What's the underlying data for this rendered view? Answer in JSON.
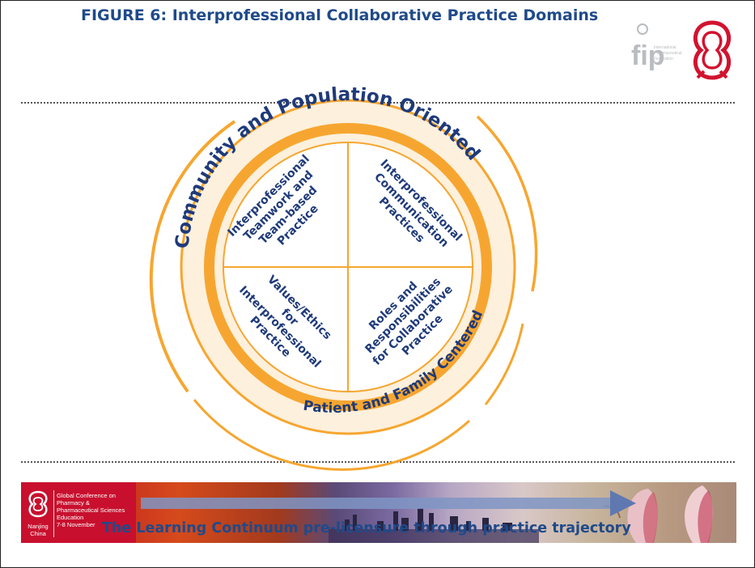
{
  "header": {
    "title": "FIGURE 6: Interprofessional Collaborative Practice Domains"
  },
  "logos": {
    "fip_mark": "fip",
    "fip_text": [
      "International",
      "Pharmaceutical",
      "Federation"
    ],
    "emblem_icon": "knot-emblem-icon"
  },
  "diagram": {
    "outer_top_label": "Community and Population Oriented",
    "outer_bottom_label": "Patient and Family Centered",
    "quadrants": {
      "top_left": [
        "Interprofessional",
        "Teamwork and",
        "Team-based",
        "Practice"
      ],
      "top_right": [
        "Interprofessional",
        "Communication",
        "Practices"
      ],
      "bottom_left": [
        "Values/Ethics",
        "for",
        "Interprofessional",
        "Practice"
      ],
      "bottom_right": [
        "Roles and",
        "Responsibilities",
        "for Collaborative",
        "Practice"
      ]
    },
    "colors": {
      "orange": "#f6a630",
      "cream": "#fdf0dc",
      "text": "#1f3a7a"
    }
  },
  "banner": {
    "brand_lines": [
      "Global Conference on",
      "Pharmacy &",
      "Pharmaceutical Sciences",
      "Education",
      "7-8 November"
    ],
    "city": [
      "Nanjing",
      "China"
    ],
    "caption": "The Learning Continuum pre-licensure through practice trajectory"
  }
}
